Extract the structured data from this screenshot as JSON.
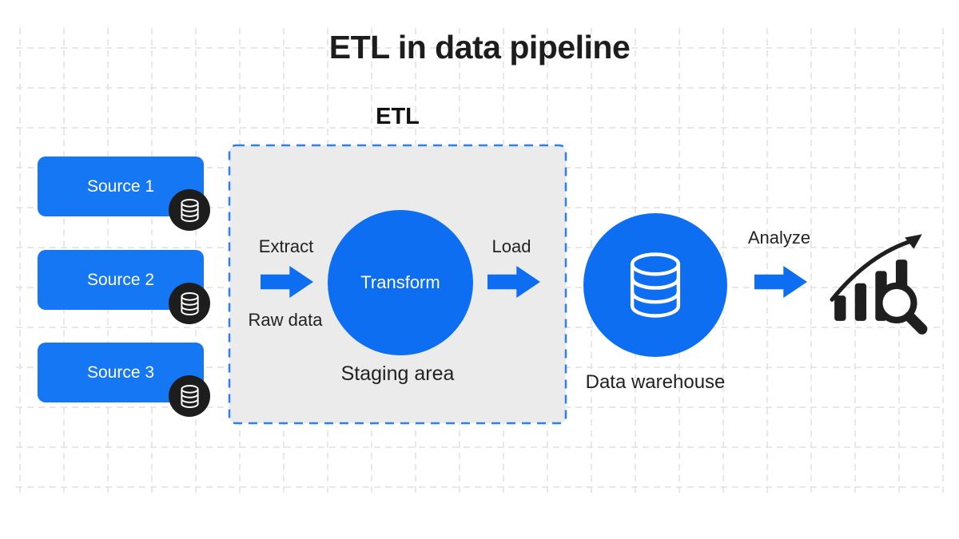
{
  "title": "ETL in data pipeline",
  "etl": {
    "heading": "ETL",
    "staging_label": "Staging area"
  },
  "sources": [
    {
      "label": "Source 1"
    },
    {
      "label": "Source 2"
    },
    {
      "label": "Source 3"
    }
  ],
  "flow": {
    "extract_label": "Extract",
    "raw_data_label": "Raw data",
    "transform_label": "Transform",
    "load_label": "Load",
    "analyze_label": "Analyze"
  },
  "warehouse": {
    "label": "Data warehouse"
  },
  "icons": {
    "source_badge": "database-icon",
    "warehouse": "database-icon",
    "analyze": "bar-chart-magnifier-icon"
  },
  "colors": {
    "accent_blue": "#0d6ef2",
    "source_blue": "#1677f5",
    "dashed_border_blue": "#2e7ef5",
    "panel_gray": "#ebebeb",
    "icon_black": "#1d1d1d",
    "text_dark": "#222222",
    "grid_gray": "#e1e1e1",
    "background": "#ffffff",
    "white": "#ffffff"
  }
}
